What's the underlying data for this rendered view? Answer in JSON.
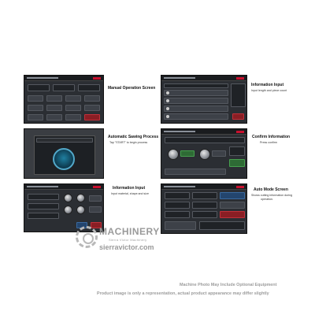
{
  "screens": [
    {
      "title": "Manual Operation Screen",
      "desc": []
    },
    {
      "title": "Information Input",
      "desc": [
        "Input length and piece count"
      ]
    },
    {
      "title": "Automatic Sawing Process",
      "desc": [
        "Tap \"START\" to begin process"
      ]
    },
    {
      "title": "Confirm Information",
      "desc": [
        "Press confirm"
      ]
    },
    {
      "title": "Information Input",
      "desc": [
        "Input material, shape and size"
      ]
    },
    {
      "title": "Auto Mode Screen",
      "desc": [
        "Shows cutting information during",
        "operation."
      ]
    }
  ],
  "watermark": {
    "brand": "MACHINERY",
    "sub": "Sierra Victor Machinery",
    "url": "sierravictor.com"
  },
  "disclaimer": {
    "line1": "Machine Photo May Include Optional Equipment",
    "line2": "Product image is only a representation, actual product appearance may differ slightly"
  },
  "colors": {
    "screen_bg": "#2b2e33",
    "accent_red": "#c8102e",
    "accent_blue": "#23456e",
    "accent_green": "#2e6b35"
  }
}
